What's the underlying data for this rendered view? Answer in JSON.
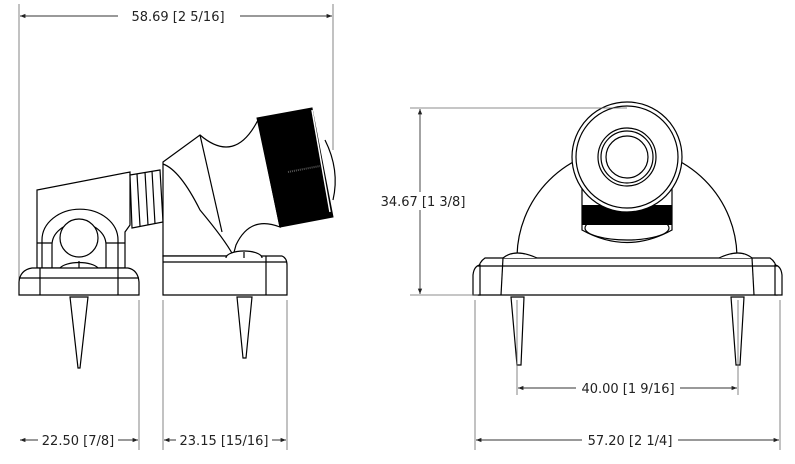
{
  "dimensions": {
    "overall_width": "58.69 [2 5/16]",
    "height": "34.67 [1 3/8]",
    "spike_spacing": "40.00 [1 9/16]",
    "base_length": "57.20 [2 1/4]",
    "side_base_width": "22.50 [7/8]",
    "middle_base_width": "23.15 [15/16]"
  }
}
